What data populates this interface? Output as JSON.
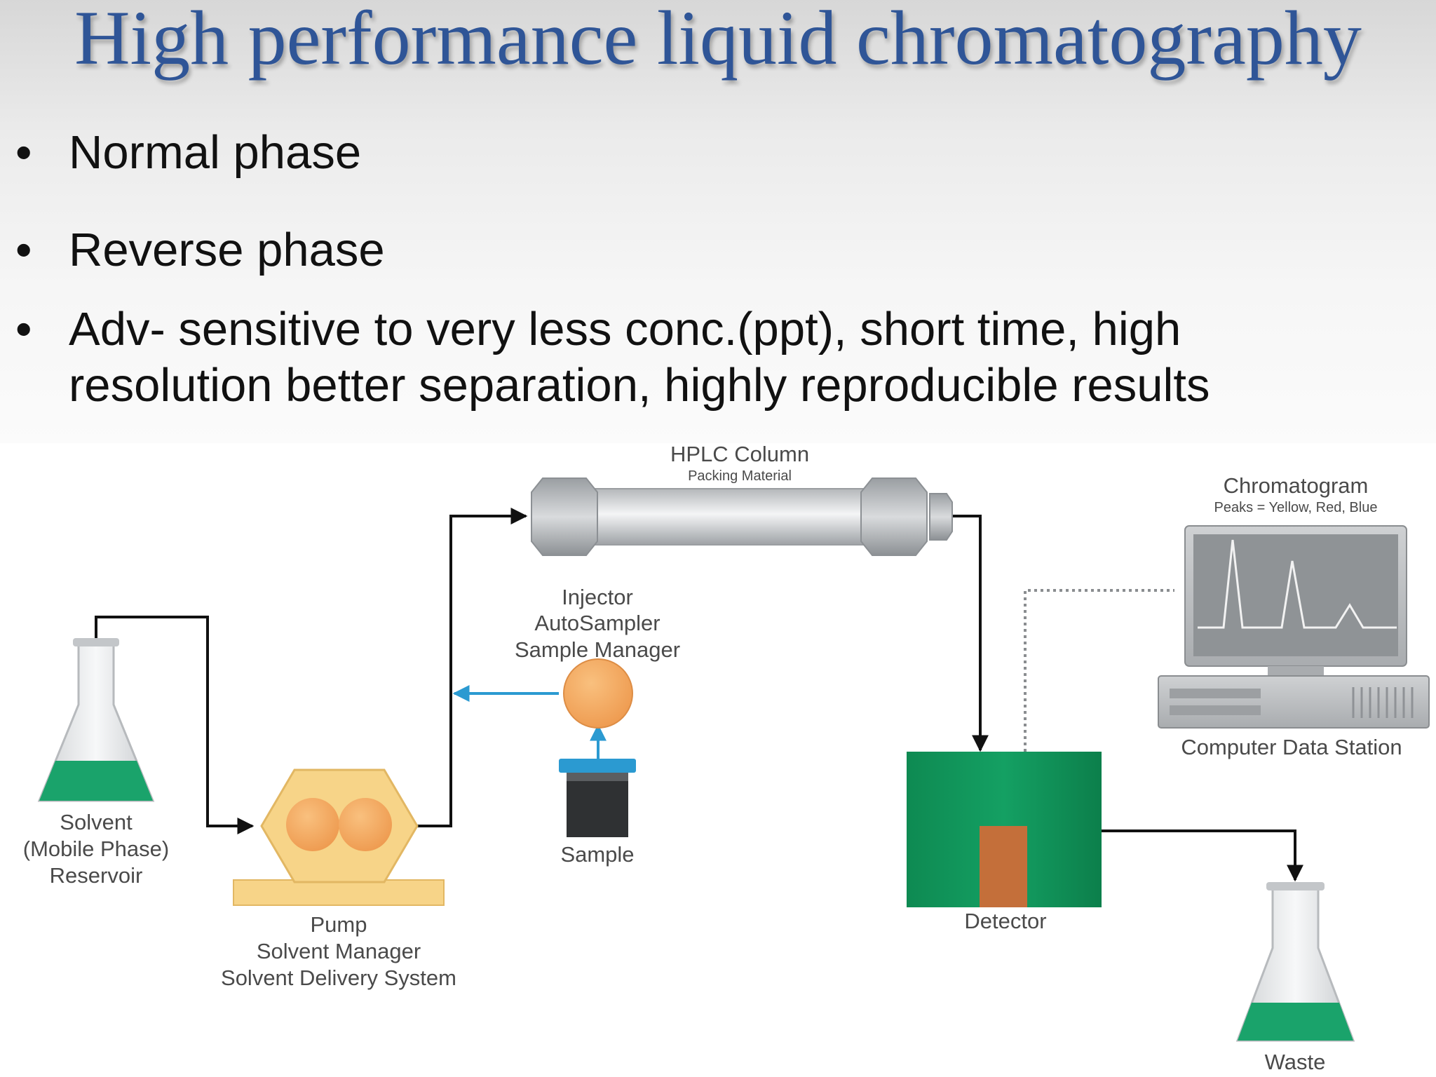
{
  "slide": {
    "title": "High performance liquid chromatography",
    "bullets": [
      "Normal phase",
      "Reverse phase",
      "Adv- sensitive to very less conc.(ppt), short time, high resolution better separation, highly reproducible results"
    ]
  },
  "diagram": {
    "column_label": "HPLC Column",
    "column_sublabel": "Packing Material",
    "chromatogram_label": "Chromatogram",
    "chromatogram_sublabel": "Peaks = Yellow, Red, Blue",
    "computer_label": "Computer Data Station",
    "injector_label_lines": [
      "Injector",
      "AutoSampler",
      "Sample Manager"
    ],
    "sample_label": "Sample",
    "solvent_label_lines": [
      "Solvent",
      "(Mobile Phase)",
      "Reservoir"
    ],
    "pump_label_lines": [
      "Pump",
      "Solvent Manager",
      "Solvent Delivery System"
    ],
    "detector_label": "Detector",
    "waste_label": "Waste"
  },
  "colors": {
    "title": "#2f5597",
    "flask_liquid": "#1aa36b",
    "detector_body": "#129458",
    "detector_cell": "#c46f3a",
    "pump_body": "#f7d488",
    "pump_heads": "#f2a55c",
    "injector_disc": "#f3a35c",
    "sample_cap": "#2b9ad1",
    "injector_flow": "#2b9ad1",
    "monitor_screen": "#8f9396"
  },
  "icons": {
    "bullet": "•"
  }
}
